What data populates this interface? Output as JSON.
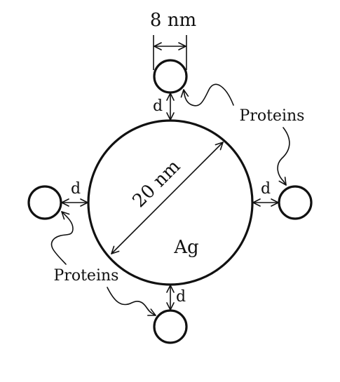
{
  "labels": {
    "width_8nm": "8 nm",
    "diameter_20nm": "20 nm",
    "core": "Ag",
    "distance": "d",
    "proteins": "Proteins"
  }
}
